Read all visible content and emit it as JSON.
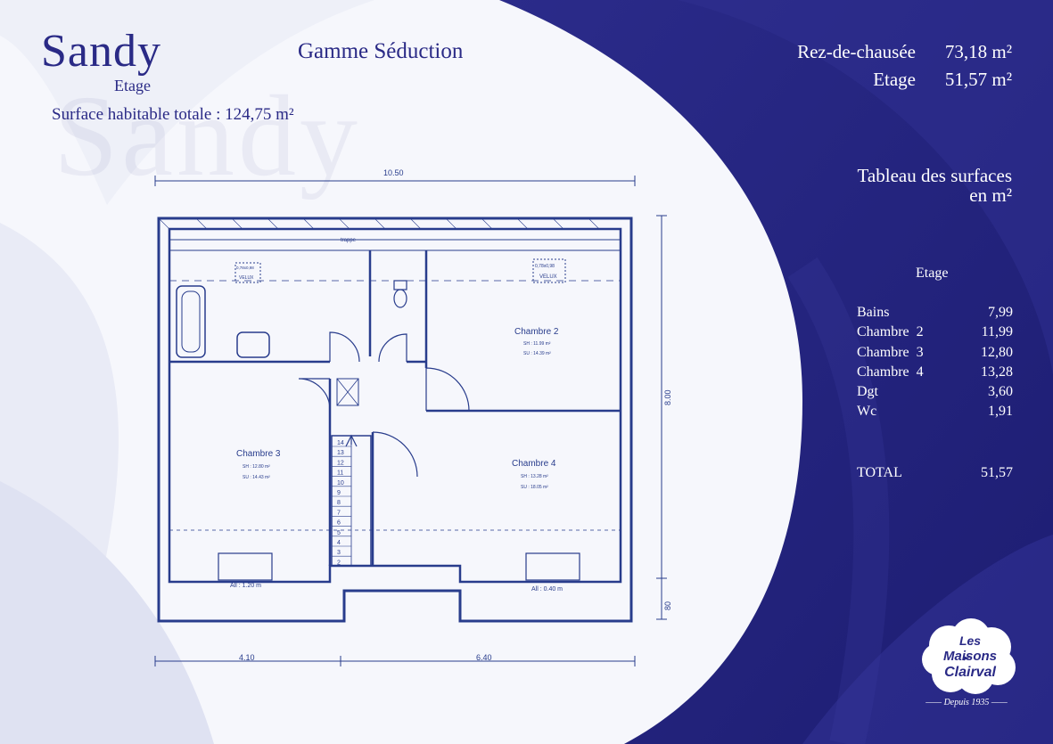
{
  "title": "Sandy",
  "subtitle": "Etage",
  "surface": "Surface habitable totale : 124,75 m²",
  "gamme": "Gamme Séduction",
  "watermark": "Sandy",
  "areas": [
    {
      "label": "Rez-de-chausée",
      "value": "73,18 m²"
    },
    {
      "label": "Etage",
      "value": "51,57 m²"
    }
  ],
  "table_title_line1": "Tableau des surfaces",
  "table_title_line2": "en m²",
  "table_head": "Etage",
  "table_rows": [
    {
      "label": "Bains",
      "value": "7,99"
    },
    {
      "label": "Chambre  2",
      "value": "11,99"
    },
    {
      "label": "Chambre  3",
      "value": "12,80"
    },
    {
      "label": "Chambre  4",
      "value": "13,28"
    },
    {
      "label": "Dgt",
      "value": "3,60"
    },
    {
      "label": "Wc",
      "value": "1,91"
    }
  ],
  "total_label": "TOTAL",
  "total_value": "51,57",
  "logo": {
    "line1": "Les",
    "line2": "Maisons",
    "line3": "Clairval"
  },
  "depuis": "Depuis 1935",
  "plan": {
    "dim_top": "10.50",
    "dim_right": "8.00",
    "dim_right_small": "80",
    "dim_bottom_left": "4.10",
    "dim_bottom_right": "6.40",
    "trappe": "trappe",
    "velux1_a": "0,78x0,98",
    "velux1_b": "VELUX",
    "velux2_a": "0,78x0,98",
    "velux2_b": "VELUX",
    "chambre2": "Chambre 2",
    "chambre2_sh": "SH : 11.99 m²",
    "chambre2_su": "SU : 14.39 m²",
    "chambre3": "Chambre 3",
    "chambre3_sh": "SH : 12.80 m²",
    "chambre3_su": "SU : 14.43 m²",
    "chambre4": "Chambre 4",
    "chambre4_sh": "SH : 13.28 m²",
    "chambre4_su": "SU : 18.05 m²",
    "allege1": "All : 1.20 m",
    "allege2": "All : 0.40 m",
    "stairs": [
      "14",
      "13",
      "12",
      "11",
      "10",
      "9",
      "8",
      "7",
      "6",
      "5",
      "4",
      "3",
      "2"
    ]
  },
  "colors": {
    "navy": "#23237e",
    "text": "#2a2a86",
    "plan": "#283c8c"
  }
}
